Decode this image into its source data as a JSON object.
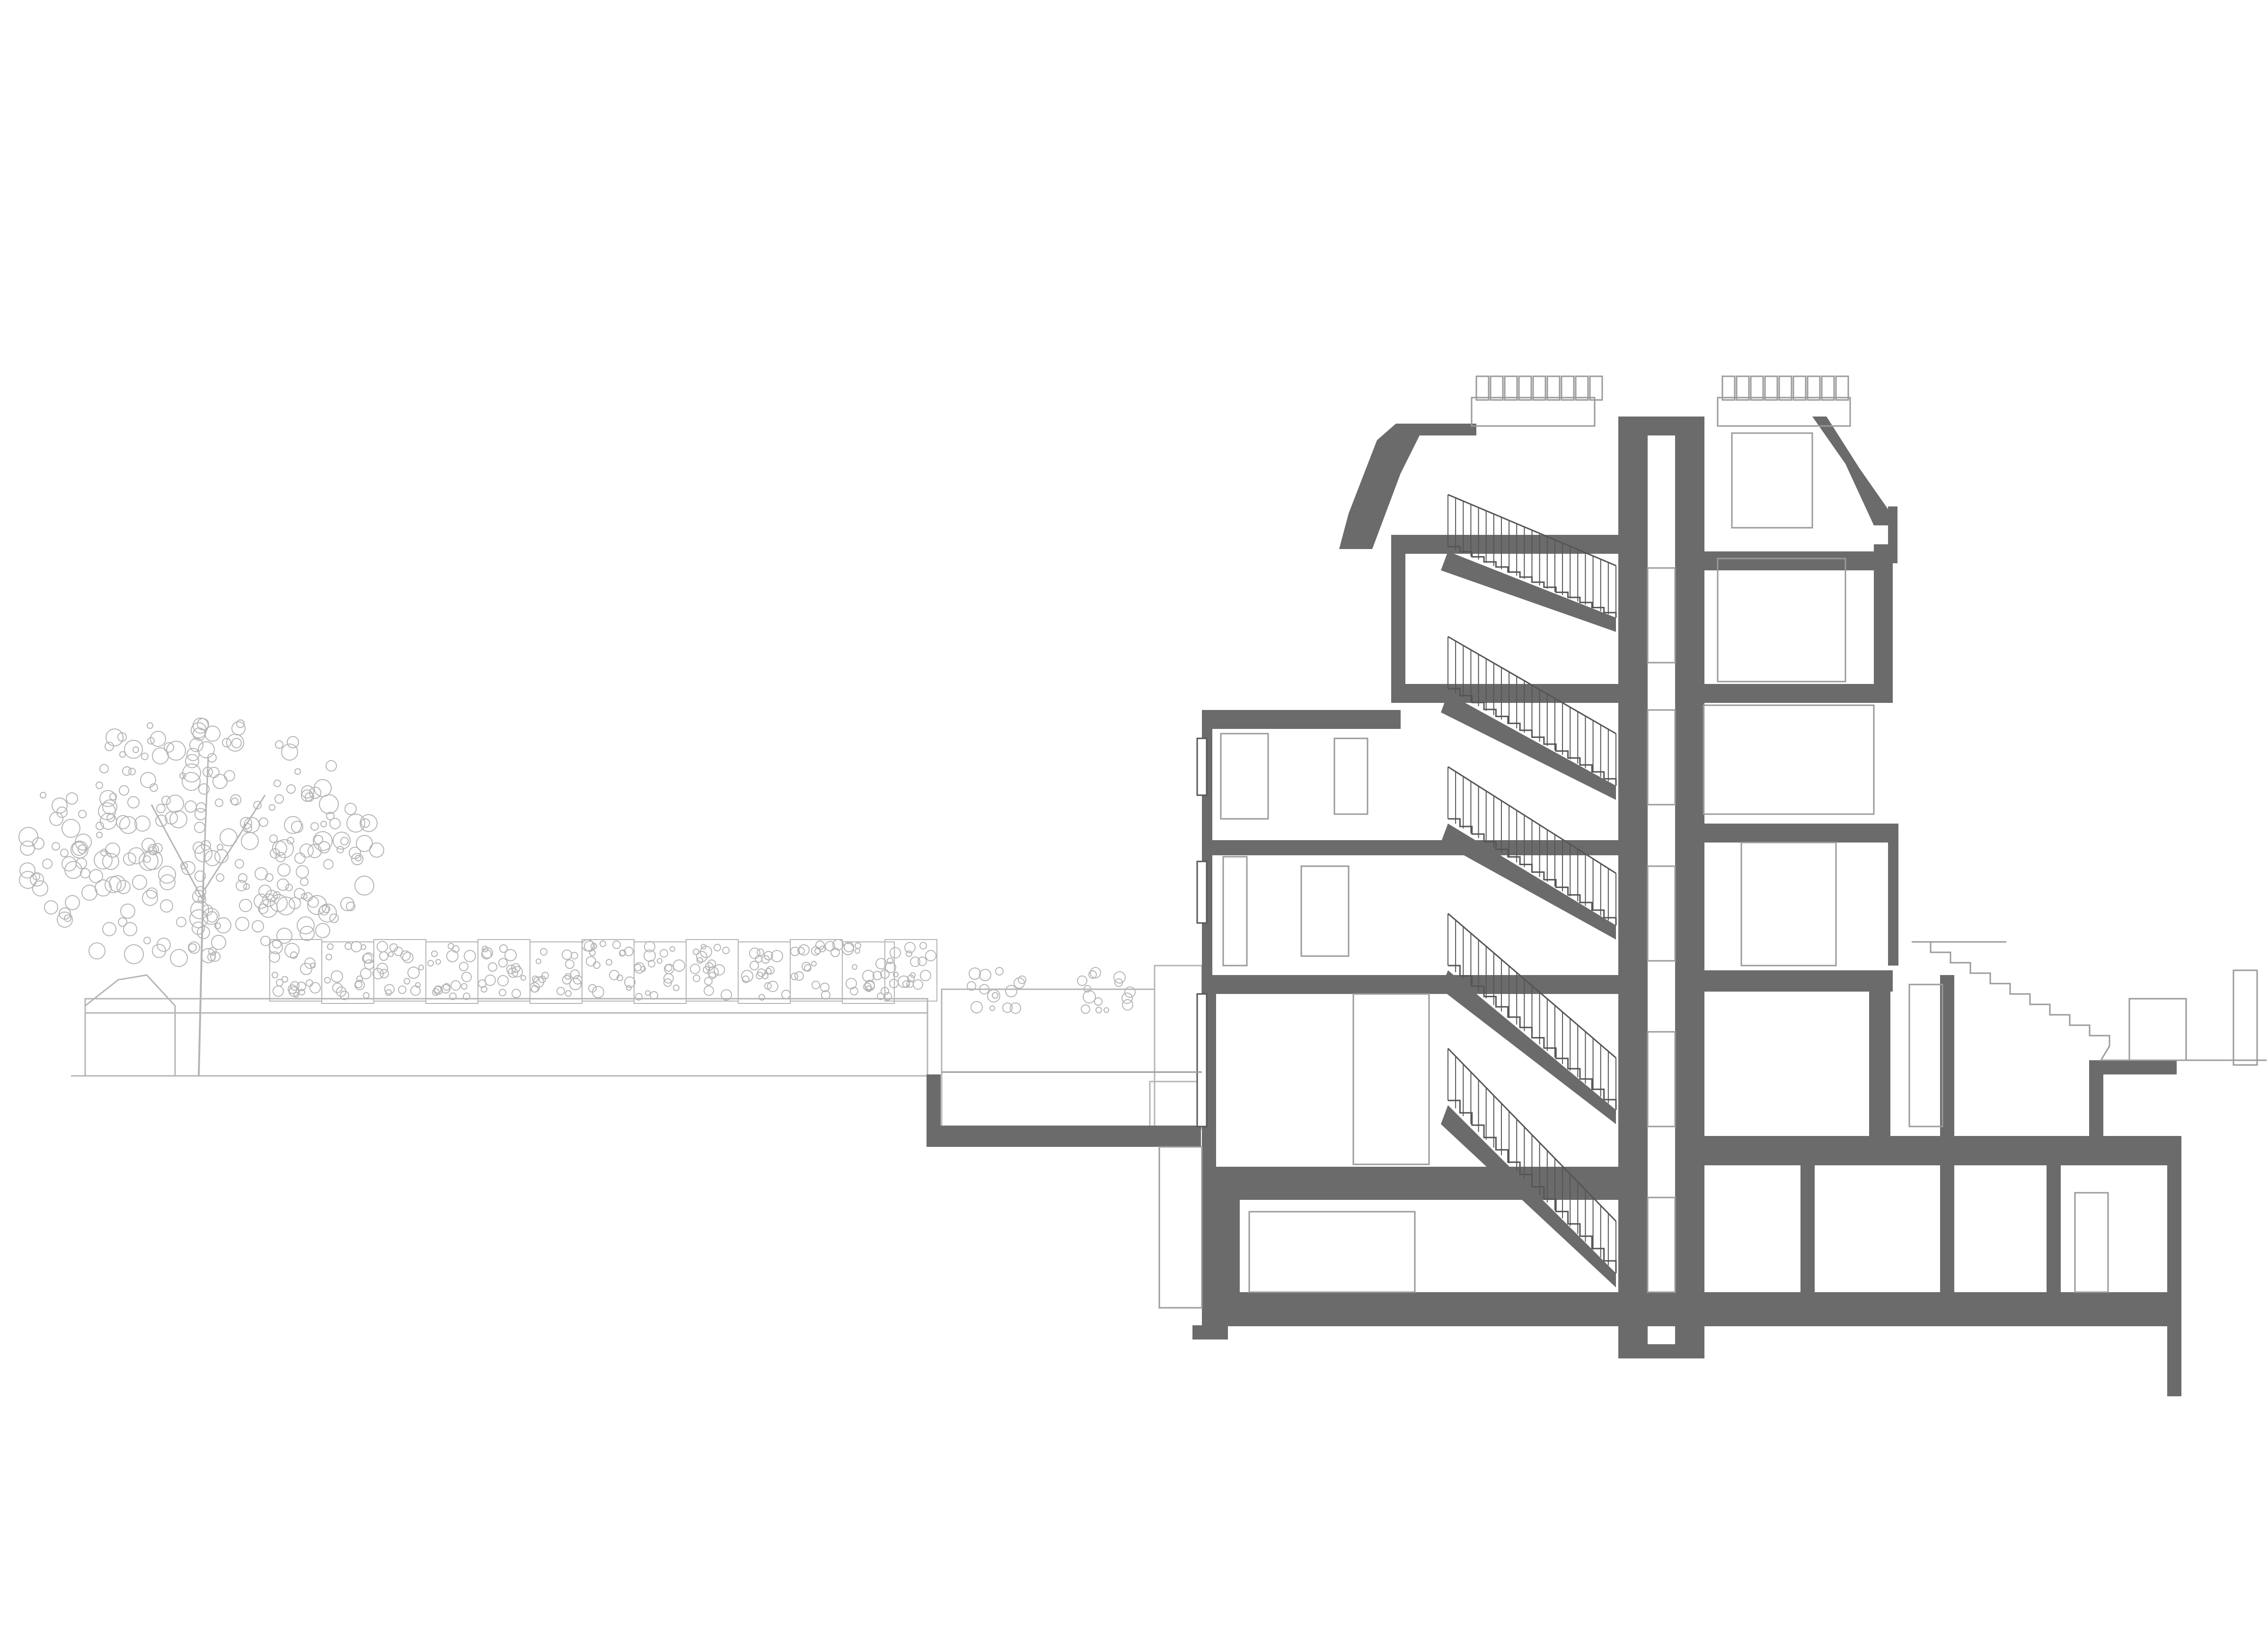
{
  "colors": {
    "background": "#ffffff",
    "cut_fill": "#6b6b6b",
    "line": "#555555",
    "fine_line": "#9a9a9a",
    "tree_line": "#b5b5b5"
  },
  "drawing": {
    "type": "architectural-building-section",
    "elements": [
      "tree",
      "hedge",
      "garden-wall",
      "shed",
      "lower-terrace",
      "building-slabs",
      "stair-flights",
      "lift-shaft",
      "roof",
      "chimneys",
      "basement",
      "street-steps"
    ]
  }
}
